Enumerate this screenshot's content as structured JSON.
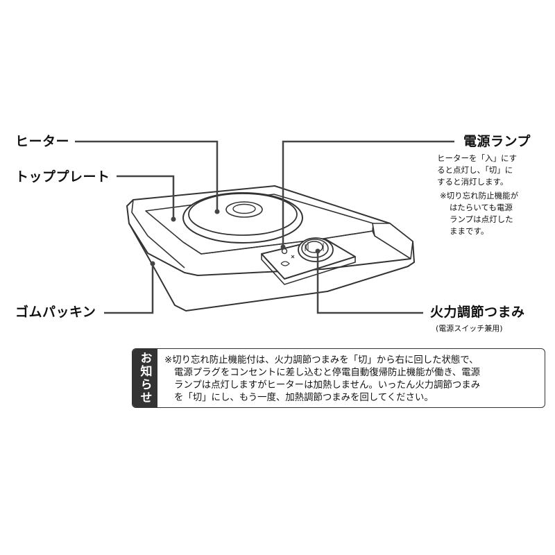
{
  "labels": {
    "heater": "ヒーター",
    "top_plate": "トッププレート",
    "rubber_gasket": "ゴムパッキン",
    "power_lamp": "電源ランプ",
    "heat_knob": "火力調節つまみ",
    "heat_knob_sub": "(電源スイッチ兼用)"
  },
  "lamp_description": {
    "lines": [
      "ヒーターを「入」にす",
      "ると点灯し、「切」に",
      "すると消灯します。"
    ],
    "note_lines": [
      "※切り忘れ防止機能が",
      "はたらいても電源",
      "ランプは点灯した",
      "ままです。"
    ]
  },
  "notice": {
    "tag": "お知らせ",
    "lines": [
      "※切り忘れ防止機能付は、火力調節つまみを「切」から右に回した状態で、",
      "電源プラグをコンセントに差し込むと停電自動復帰防止機能が働き、電源",
      "ランプは点灯しますがヒーターは加熱しません。いったん火力調節つまみ",
      "を「切」にし、もう一度、加熱調節つまみを回してください。"
    ]
  },
  "colors": {
    "line": "#444444",
    "notice_tag_bg": "#333333"
  }
}
